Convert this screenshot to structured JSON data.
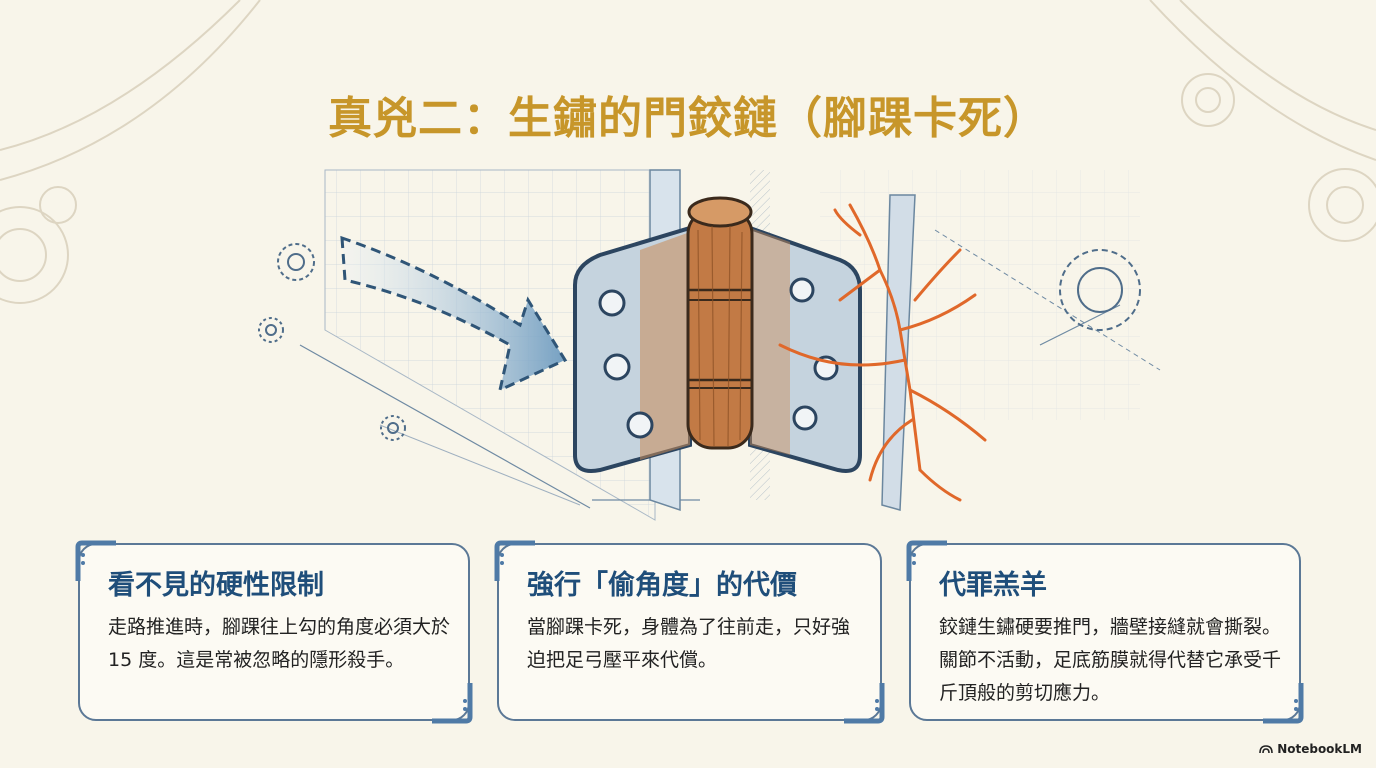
{
  "title": "真兇二：生鏽的門鉸鏈（腳踝卡死）",
  "cards": [
    {
      "heading": "看不見的硬性限制",
      "text": "走路推進時，腳踝往上勾的角度必須大於 15 度。這是常被忽略的隱形殺手。"
    },
    {
      "heading": "強行「偷角度」的代價",
      "text": "當腳踝卡死，身體為了往前走，只好強迫把足弓壓平來代償。"
    },
    {
      "heading": "代罪羔羊",
      "text": "鉸鏈生鏽硬要推門，牆壁接縫就會撕裂。關節不活動，足底筋膜就得代替它承受千斤頂般的剪切應力。"
    }
  ],
  "brand": "NotebookLM",
  "icons": [
    "gear-icon",
    "arrow-icon",
    "hinge-illustration",
    "crack-illustration",
    "notebooklm-logo-icon"
  ],
  "colors": {
    "background": "#f8f5ea",
    "title": "#c7962a",
    "card_heading": "#1f4e7a",
    "card_border": "#5b7896",
    "rust": "#b8743f",
    "crack": "#e0682a",
    "arrow": "#7fa8c8"
  }
}
